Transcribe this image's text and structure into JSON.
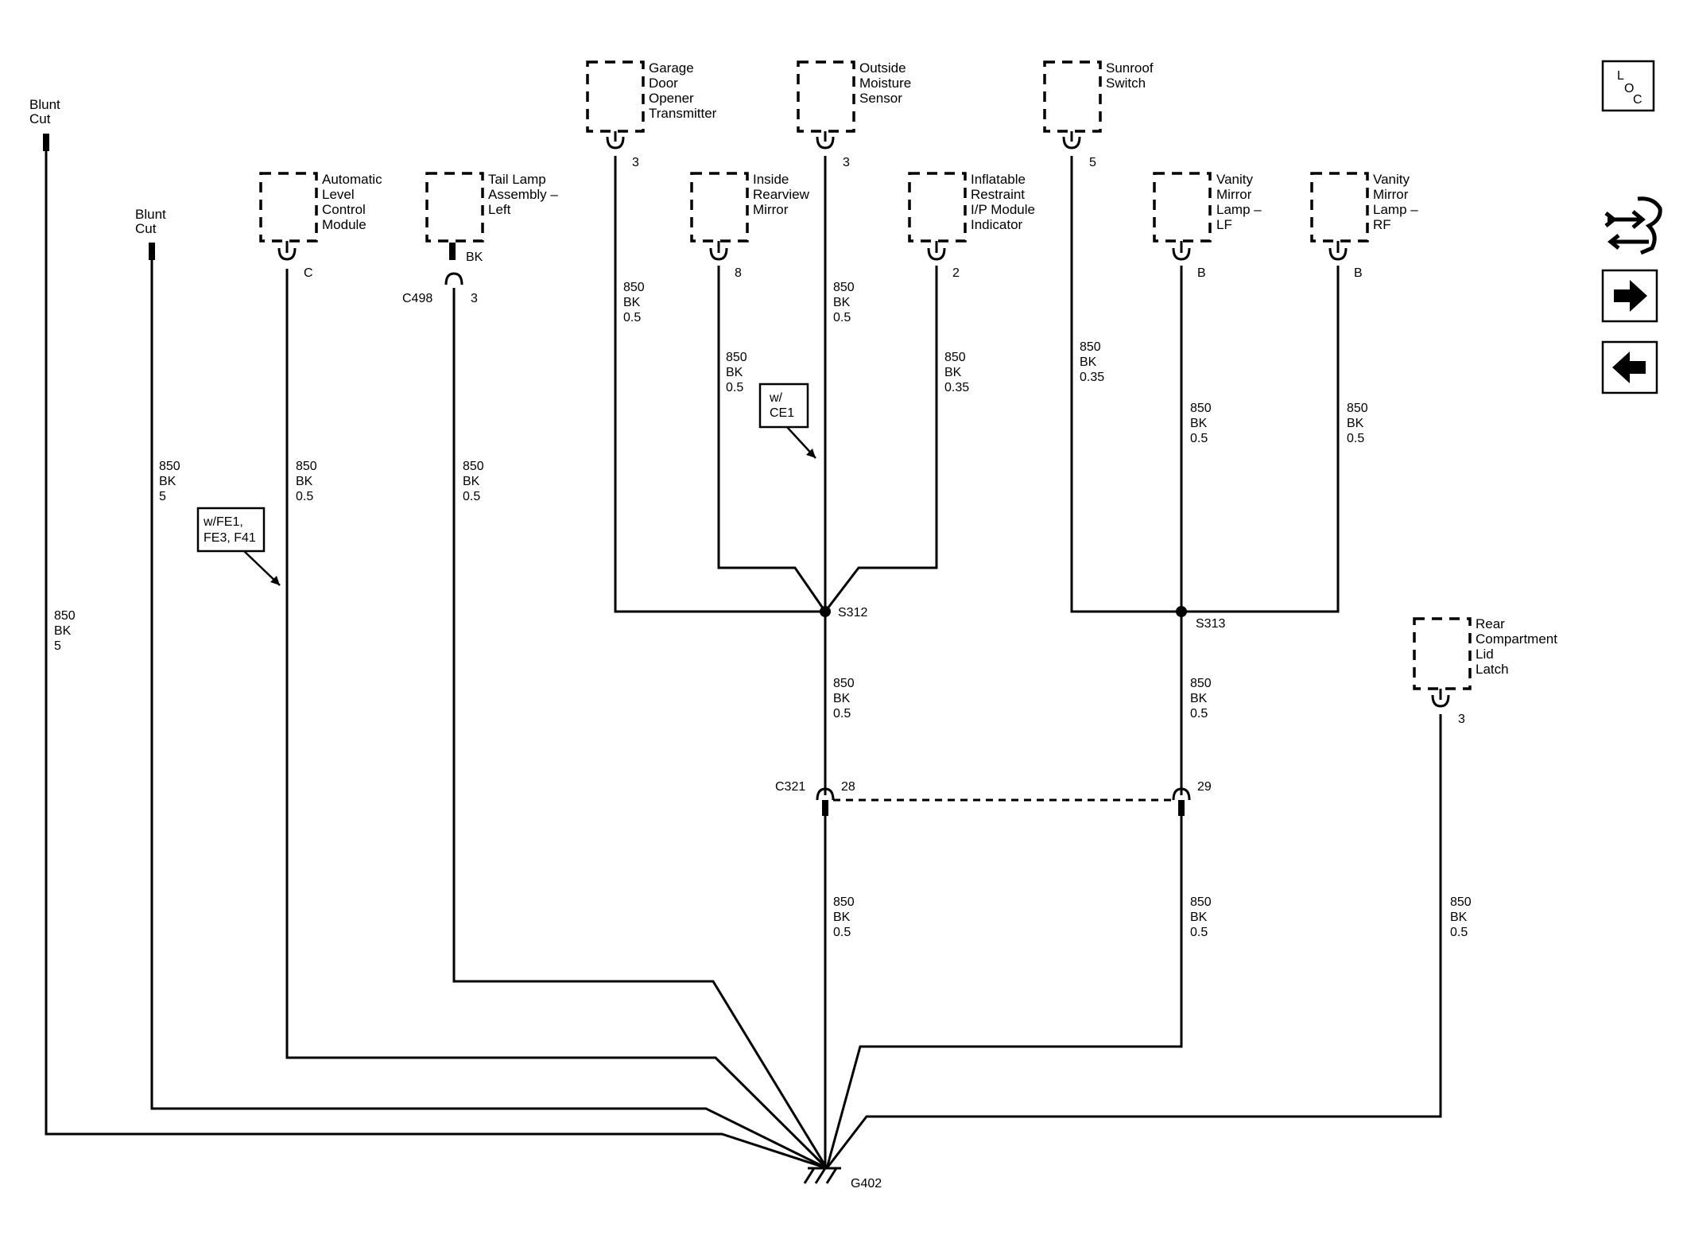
{
  "components": {
    "garage_door": [
      "Garage",
      "Door",
      "Opener",
      "Transmitter"
    ],
    "outside_moisture": [
      "Outside",
      "Moisture",
      "Sensor"
    ],
    "sunroof": [
      "Sunroof",
      "Switch"
    ],
    "auto_level": [
      "Automatic",
      "Level",
      "Control",
      "Module"
    ],
    "tail_lamp": [
      "Tail Lamp",
      "Assembly –",
      "Left"
    ],
    "inside_mirror": [
      "Inside",
      "Rearview",
      "Mirror"
    ],
    "inflatable": [
      "Inflatable",
      "Restraint",
      "I/P Module",
      "Indicator"
    ],
    "vanity_lf": [
      "Vanity",
      "Mirror",
      "Lamp –",
      "LF"
    ],
    "vanity_rf": [
      "Vanity",
      "Mirror",
      "Lamp –",
      "RF"
    ],
    "rear_latch": [
      "Rear",
      "Compartment",
      "Lid",
      "Latch"
    ],
    "blunt_cut_1": [
      "Blunt",
      "Cut"
    ],
    "blunt_cut_2": [
      "Blunt",
      "Cut"
    ]
  },
  "pins": {
    "garage_door": "3",
    "outside_moisture": "3",
    "sunroof": "5",
    "auto_level": "C",
    "tail_lamp_bk": "BK",
    "tail_lamp_conn": "C498",
    "tail_lamp_pin": "3",
    "inside_mirror": "8",
    "inflatable": "2",
    "vanity_lf": "B",
    "vanity_rf": "B",
    "rear_latch": "3",
    "c321_conn": "C321",
    "c321_pin_a": "28",
    "c321_pin_b": "29"
  },
  "wires": {
    "blunt1": [
      "850",
      "BK",
      "5"
    ],
    "blunt2": [
      "850",
      "BK",
      "5"
    ],
    "auto_level": [
      "850",
      "BK",
      "0.5"
    ],
    "tail_lamp": [
      "850",
      "BK",
      "0.5"
    ],
    "garage_door": [
      "850",
      "BK",
      "0.5"
    ],
    "inside_mirror": [
      "850",
      "BK",
      "0.5"
    ],
    "outside_moisture": [
      "850",
      "BK",
      "0.5"
    ],
    "inflatable": [
      "850",
      "BK",
      "0.35"
    ],
    "sunroof": [
      "850",
      "BK",
      "0.35"
    ],
    "vanity_lf": [
      "850",
      "BK",
      "0.5"
    ],
    "vanity_rf": [
      "850",
      "BK",
      "0.5"
    ],
    "s312_down": [
      "850",
      "BK",
      "0.5"
    ],
    "s313_down": [
      "850",
      "BK",
      "0.5"
    ],
    "c321a_down": [
      "850",
      "BK",
      "0.5"
    ],
    "c321b_down": [
      "850",
      "BK",
      "0.5"
    ],
    "rear_latch": [
      "850",
      "BK",
      "0.5"
    ]
  },
  "splices": {
    "s312": "S312",
    "s313": "S313"
  },
  "ground": "G402",
  "notes": {
    "fe1": [
      "w/FE1,",
      "FE3, F41"
    ],
    "ce1": [
      "w/",
      "CE1"
    ]
  },
  "nav": {
    "loc_button": [
      "L",
      "O",
      "C"
    ],
    "icons": [
      "loc-icon",
      "connector-view-icon",
      "forward-arrow-icon",
      "back-arrow-icon"
    ]
  }
}
